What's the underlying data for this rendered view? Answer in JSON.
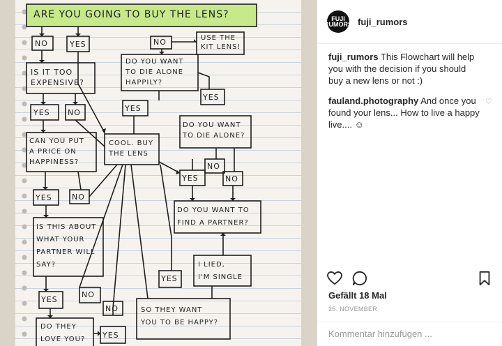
{
  "post": {
    "username": "fuji_rumors",
    "avatar_text": "FUJI RUMORS",
    "comments": [
      {
        "user": "fuji_rumors",
        "text": "This Flowchart will help you with the decision if you should buy a new lens or not :)"
      },
      {
        "user": "fauland.photography",
        "text": "And once you found your lens... How to live a happy live.... ☺"
      }
    ],
    "likes": "Gefällt 18 Mal",
    "date": "25. NOVEMBER",
    "comment_placeholder": "Kommentar hinzufügen ..."
  },
  "flowchart": {
    "title": "ARE YOU GOING TO BUY THE LENS?",
    "no_1": "NO",
    "yes_1": "YES",
    "use_kit": "USE THE\nKIT LENS!",
    "no_2": "NO",
    "die_alone_happily": "DO YOU WANT\nTO DIE ALONE\nHAPPILY?",
    "expensive": "IS IT TOO\nEXPENSIVE?",
    "yes_2": "YES",
    "no_3": "NO",
    "yes_3": "YES",
    "yes_4": "YES",
    "price": "CAN YOU PUT\nA PRICE ON\nHAPPINESS?",
    "cool_buy": "COOL. BUY\nTHE LENS",
    "die_alone": "DO YOU WANT\nTO DIE ALONE?",
    "no_4": "NO",
    "yes_5": "YES",
    "no_5": "NO",
    "yes_6": "YES",
    "no_6": "NO",
    "partner_q": "IS THIS ABOUT\nWHAT YOUR\nPARTNER WILL\nSAY?",
    "find_partner": "DO YOU WANT TO\nFIND A PARTNER?",
    "lied": "I LIED,\nI'M SINGLE",
    "yes_7": "YES",
    "yes_8": "YES",
    "no_7": "NO",
    "no_8": "NO",
    "happy": "SO THEY WANT\nYOU TO BE HAPPY?",
    "love": "DO THEY\nLOVE YOU?",
    "yes_9": "YES"
  },
  "icons": {
    "like": "heart-icon",
    "comment": "comment-bubble-icon",
    "save": "bookmark-icon"
  }
}
